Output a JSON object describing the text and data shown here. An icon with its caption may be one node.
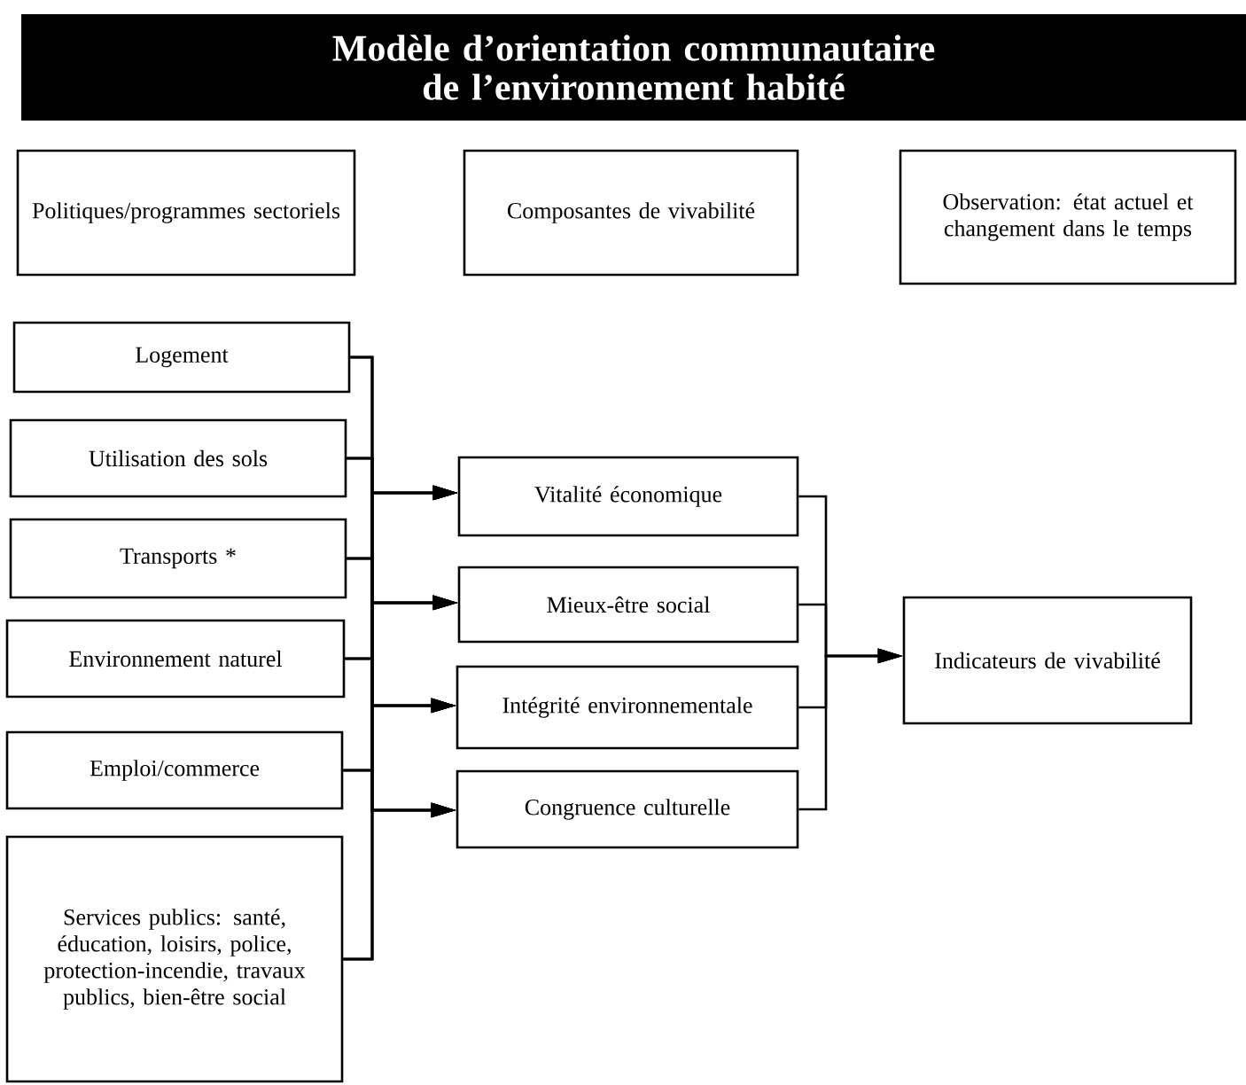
{
  "diagram": {
    "title": "Modèle d’orientation communautaire de l’environnement habité",
    "nodes": [
      {
        "text": [
          "Politiques/programmes sectoriels"
        ]
      },
      {
        "text": [
          "Composantes de vivabilité"
        ]
      },
      {
        "text": [
          "Observation: état actuel et changement dans le temps"
        ]
      },
      {
        "text": [
          "Logement"
        ]
      },
      {
        "text": [
          "Utilisation des sols"
        ]
      },
      {
        "text": [
          "Transports *"
        ]
      },
      {
        "text": [
          "Environnement naturel"
        ]
      },
      {
        "text": [
          "Emploi/commerce"
        ]
      },
      {
        "text": [
          "Services publics: santé, éducation, loisirs, police, protection-incendie, travaux publics, bien-être social"
        ]
      },
      {
        "text": [
          "Vitalité économique"
        ]
      },
      {
        "text": [
          "Mieux-être social"
        ]
      },
      {
        "text": [
          "Intégrité environnementale"
        ]
      },
      {
        "text": [
          "Congruence culturelle"
        ]
      },
      {
        "text": [
          "Indicateurs de vivabilité"
        ]
      }
    ],
    "edges": [
      {
        "from": 3,
        "to": 9,
        "arrow": "to"
      },
      {
        "from": 3,
        "to": 10,
        "arrow": "to"
      },
      {
        "from": 3,
        "to": 11,
        "arrow": "to"
      },
      {
        "from": 3,
        "to": 12,
        "arrow": "to"
      },
      {
        "from": 4,
        "to": 9,
        "arrow": "to"
      },
      {
        "from": 4,
        "to": 10,
        "arrow": "to"
      },
      {
        "from": 4,
        "to": 11,
        "arrow": "to"
      },
      {
        "from": 4,
        "to": 12,
        "arrow": "to"
      },
      {
        "from": 5,
        "to": 9,
        "arrow": "to"
      },
      {
        "from": 5,
        "to": 10,
        "arrow": "to"
      },
      {
        "from": 5,
        "to": 11,
        "arrow": "to"
      },
      {
        "from": 5,
        "to": 12,
        "arrow": "to"
      },
      {
        "from": 6,
        "to": 9,
        "arrow": "to"
      },
      {
        "from": 6,
        "to": 10,
        "arrow": "to"
      },
      {
        "from": 6,
        "to": 11,
        "arrow": "to"
      },
      {
        "from": 6,
        "to": 12,
        "arrow": "to"
      },
      {
        "from": 7,
        "to": 9,
        "arrow": "to"
      },
      {
        "from": 7,
        "to": 10,
        "arrow": "to"
      },
      {
        "from": 7,
        "to": 11,
        "arrow": "to"
      },
      {
        "from": 7,
        "to": 12,
        "arrow": "to"
      },
      {
        "from": 8,
        "to": 9,
        "arrow": "to"
      },
      {
        "from": 8,
        "to": 10,
        "arrow": "to"
      },
      {
        "from": 8,
        "to": 11,
        "arrow": "to"
      },
      {
        "from": 8,
        "to": 12,
        "arrow": "to"
      },
      {
        "from": 9,
        "to": 13,
        "arrow": "to"
      },
      {
        "from": 10,
        "to": 13,
        "arrow": "to"
      },
      {
        "from": 11,
        "to": 13,
        "arrow": "to"
      },
      {
        "from": 12,
        "to": 13,
        "arrow": "to"
      }
    ]
  }
}
